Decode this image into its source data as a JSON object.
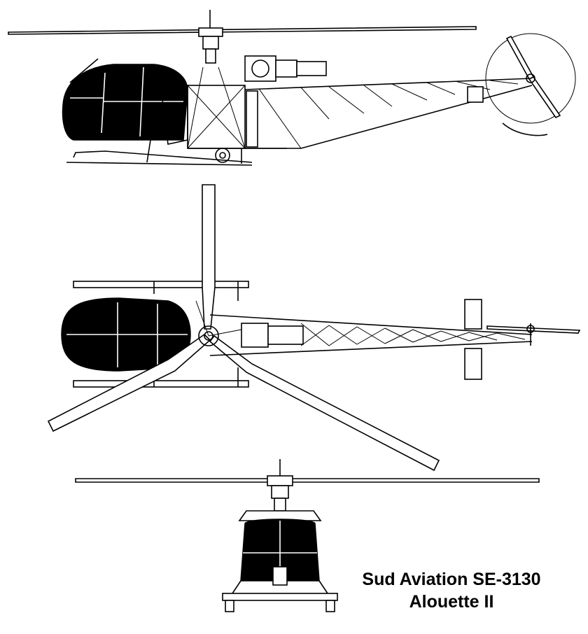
{
  "caption": {
    "line1": "Sud Aviation SE-3130",
    "line2": "Alouette II"
  },
  "views": [
    "side-view",
    "top-view",
    "front-view"
  ],
  "colors": {
    "ink": "#000000",
    "paper": "#ffffff"
  }
}
